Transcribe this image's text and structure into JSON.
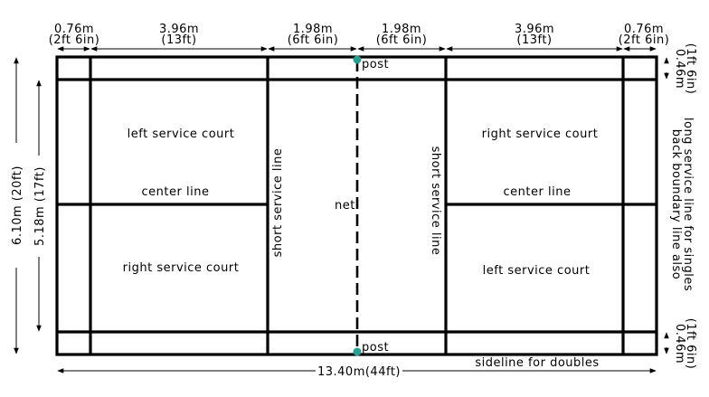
{
  "top_dimensions": [
    {
      "metric": "0.76m",
      "imperial": "(2ft 6in)"
    },
    {
      "metric": "3.96m",
      "imperial": "(13ft)"
    },
    {
      "metric": "1.98m",
      "imperial": "(6ft 6in)"
    },
    {
      "metric": "1.98m",
      "imperial": "(6ft 6in)"
    },
    {
      "metric": "3.96m",
      "imperial": "(13ft)"
    },
    {
      "metric": "0.76m",
      "imperial": "(2ft 6in)"
    }
  ],
  "right_dimensions": {
    "top": {
      "metric": "0.46m",
      "imperial": "(1ft 6in)"
    },
    "bottom": {
      "metric": "0.46m",
      "imperial": "(1ft 6in)"
    }
  },
  "left_dimensions": {
    "outer": "6.10m (20ft)",
    "inner": "5.18m (17ft)"
  },
  "bottom_dimension": "13.40m(44ft)",
  "labels": {
    "post_top": "post",
    "post_bottom": "post",
    "net": "net",
    "left_service_court_top": "left service court",
    "center_line_left": "center line",
    "right_service_court_bottom": "right service court",
    "short_service_line_left": "short service line",
    "short_service_line_right": "short service line",
    "right_service_court_top": "right service court",
    "center_line_right": "center line",
    "left_service_court_bottom": "left service court",
    "back_boundary_line_1": "back boundary line also",
    "back_boundary_line_2": "long service line for singles",
    "sideline_for_doubles": "sideline for doubles"
  },
  "colors": {
    "lines": "#000000",
    "post": "#2a9d8f",
    "background": "#ffffff"
  }
}
